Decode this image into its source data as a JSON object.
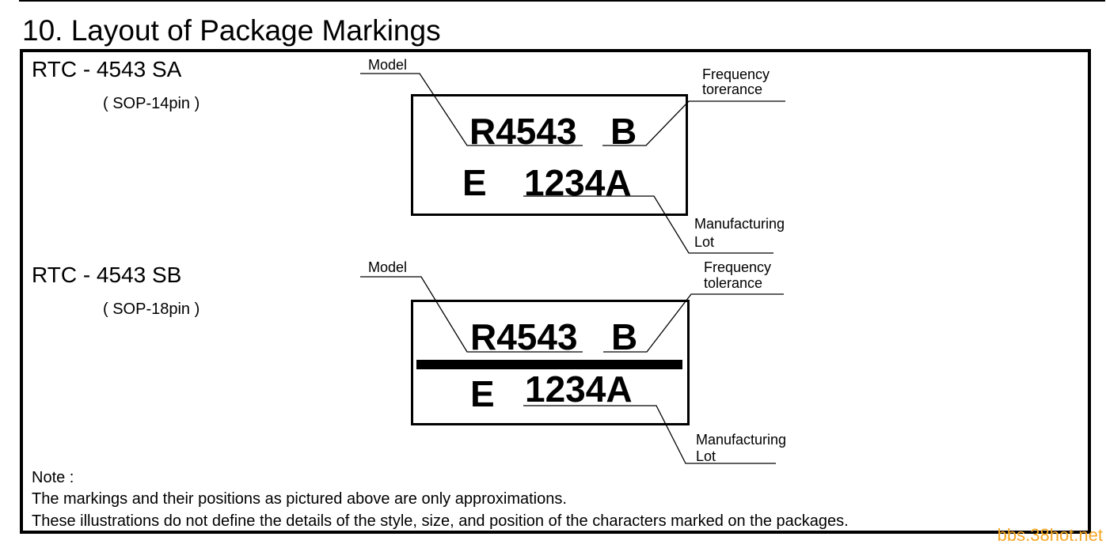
{
  "heading": "10. Layout of Package Markings",
  "packages": [
    {
      "model": "RTC - 4543 SA",
      "package": "( SOP-14pin )",
      "marking": {
        "line1_model": "R4543",
        "line1_freq": "B",
        "line2_prefix": "E",
        "line2_lot": "1234A"
      },
      "labels": {
        "model": "Model",
        "freq_line1": "Frequency",
        "freq_line2": "torerance",
        "lot_line1": "Manufacturing",
        "lot_line2": "Lot"
      }
    },
    {
      "model": "RTC - 4543 SB",
      "package": "( SOP-18pin )",
      "marking": {
        "line1_model": "R4543",
        "line1_freq": "B",
        "line2_prefix": "E",
        "line2_lot": "1234A"
      },
      "labels": {
        "model": "Model",
        "freq_line1": "Frequency",
        "freq_line2": "tolerance",
        "lot_line1": "Manufacturing",
        "lot_line2": "Lot"
      }
    }
  ],
  "note": {
    "heading": "Note :",
    "line1": "The markings and their positions as pictured above are only approximations.",
    "line2": "These illustrations do not define the details of the style, size, and position of the characters marked on the packages."
  },
  "watermark": "bbs.38hot.net",
  "colors": {
    "ink": "#000000",
    "background": "#ffffff",
    "watermark": "#f5a623"
  }
}
